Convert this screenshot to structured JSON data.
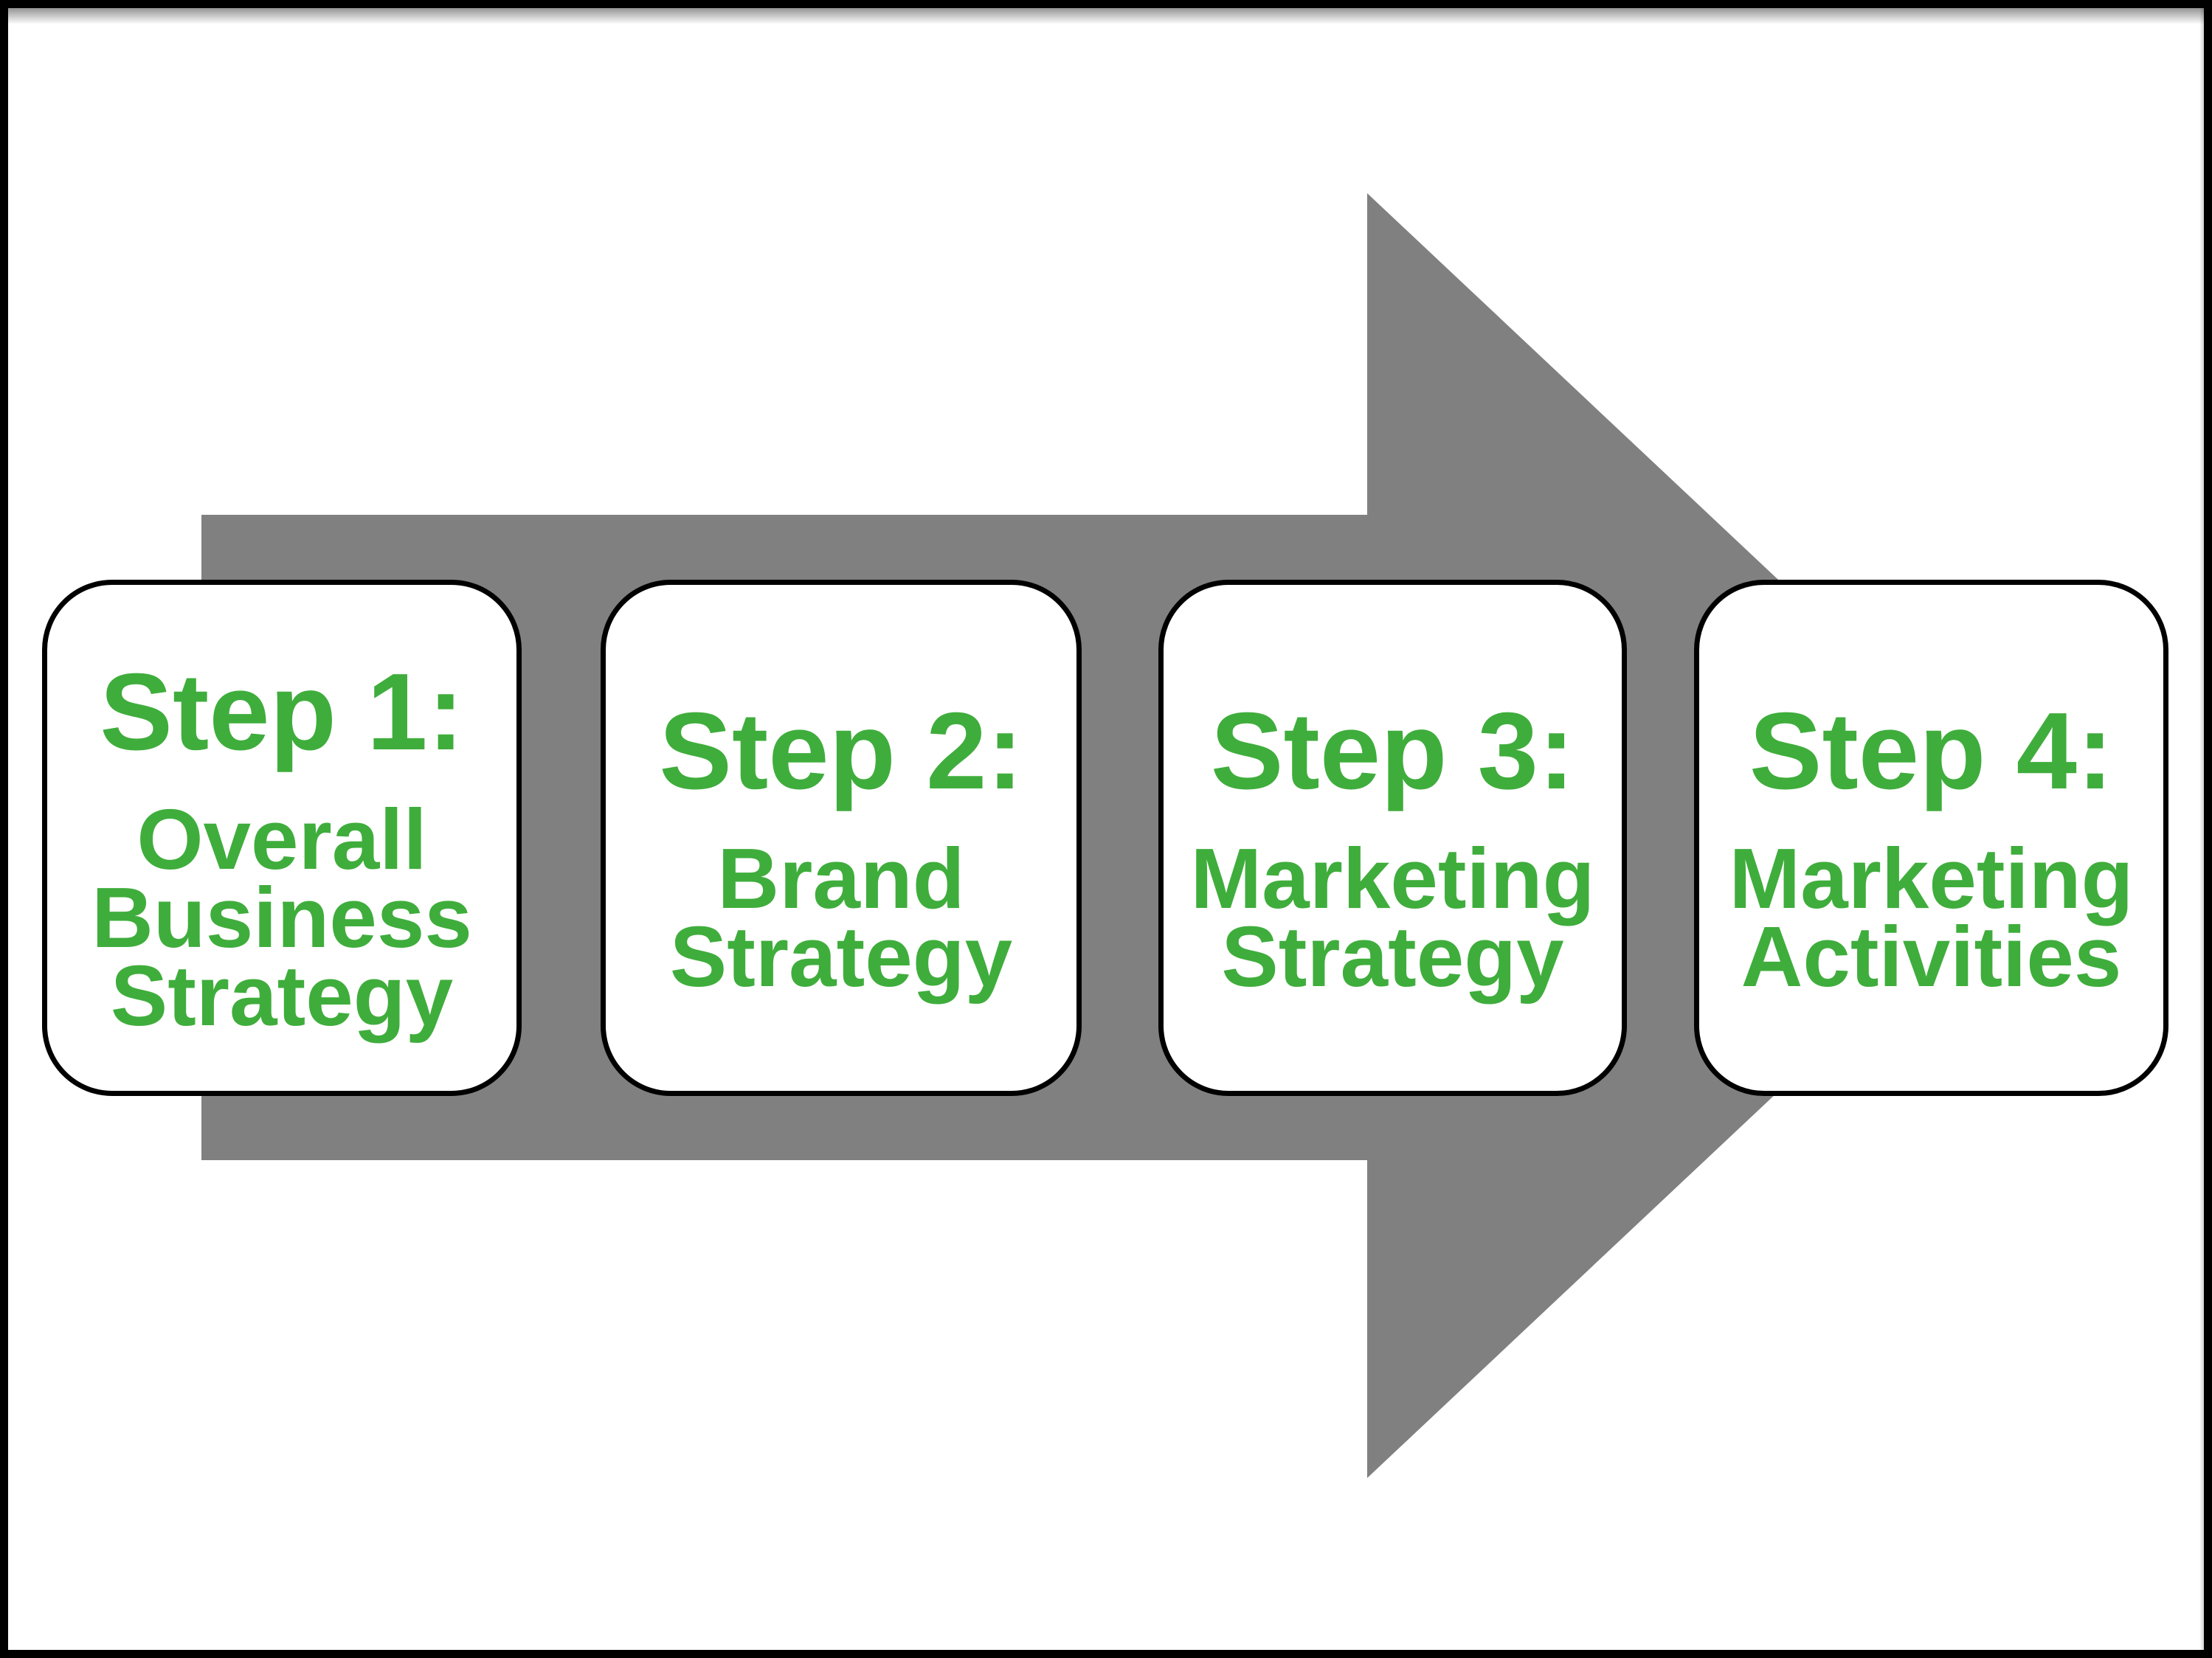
{
  "colors": {
    "background": "#FFFFFF",
    "frame": "#000000",
    "arrow": "#808080",
    "box_fill": "#FFFFFF",
    "box_border": "#000000",
    "step_text": "#3FAD3C"
  },
  "arrow": {
    "direction": "right",
    "shape": "block-arrow"
  },
  "steps": [
    {
      "heading": "Step 1:",
      "lines": [
        "Overall",
        "Business",
        "Strategy"
      ]
    },
    {
      "heading": "Step 2:",
      "lines": [
        "Brand",
        "Strategy"
      ]
    },
    {
      "heading": "Step 3:",
      "lines": [
        "Marketing",
        "Strategy"
      ]
    },
    {
      "heading": "Step 4:",
      "lines": [
        "Marketing",
        "Activities"
      ]
    }
  ]
}
